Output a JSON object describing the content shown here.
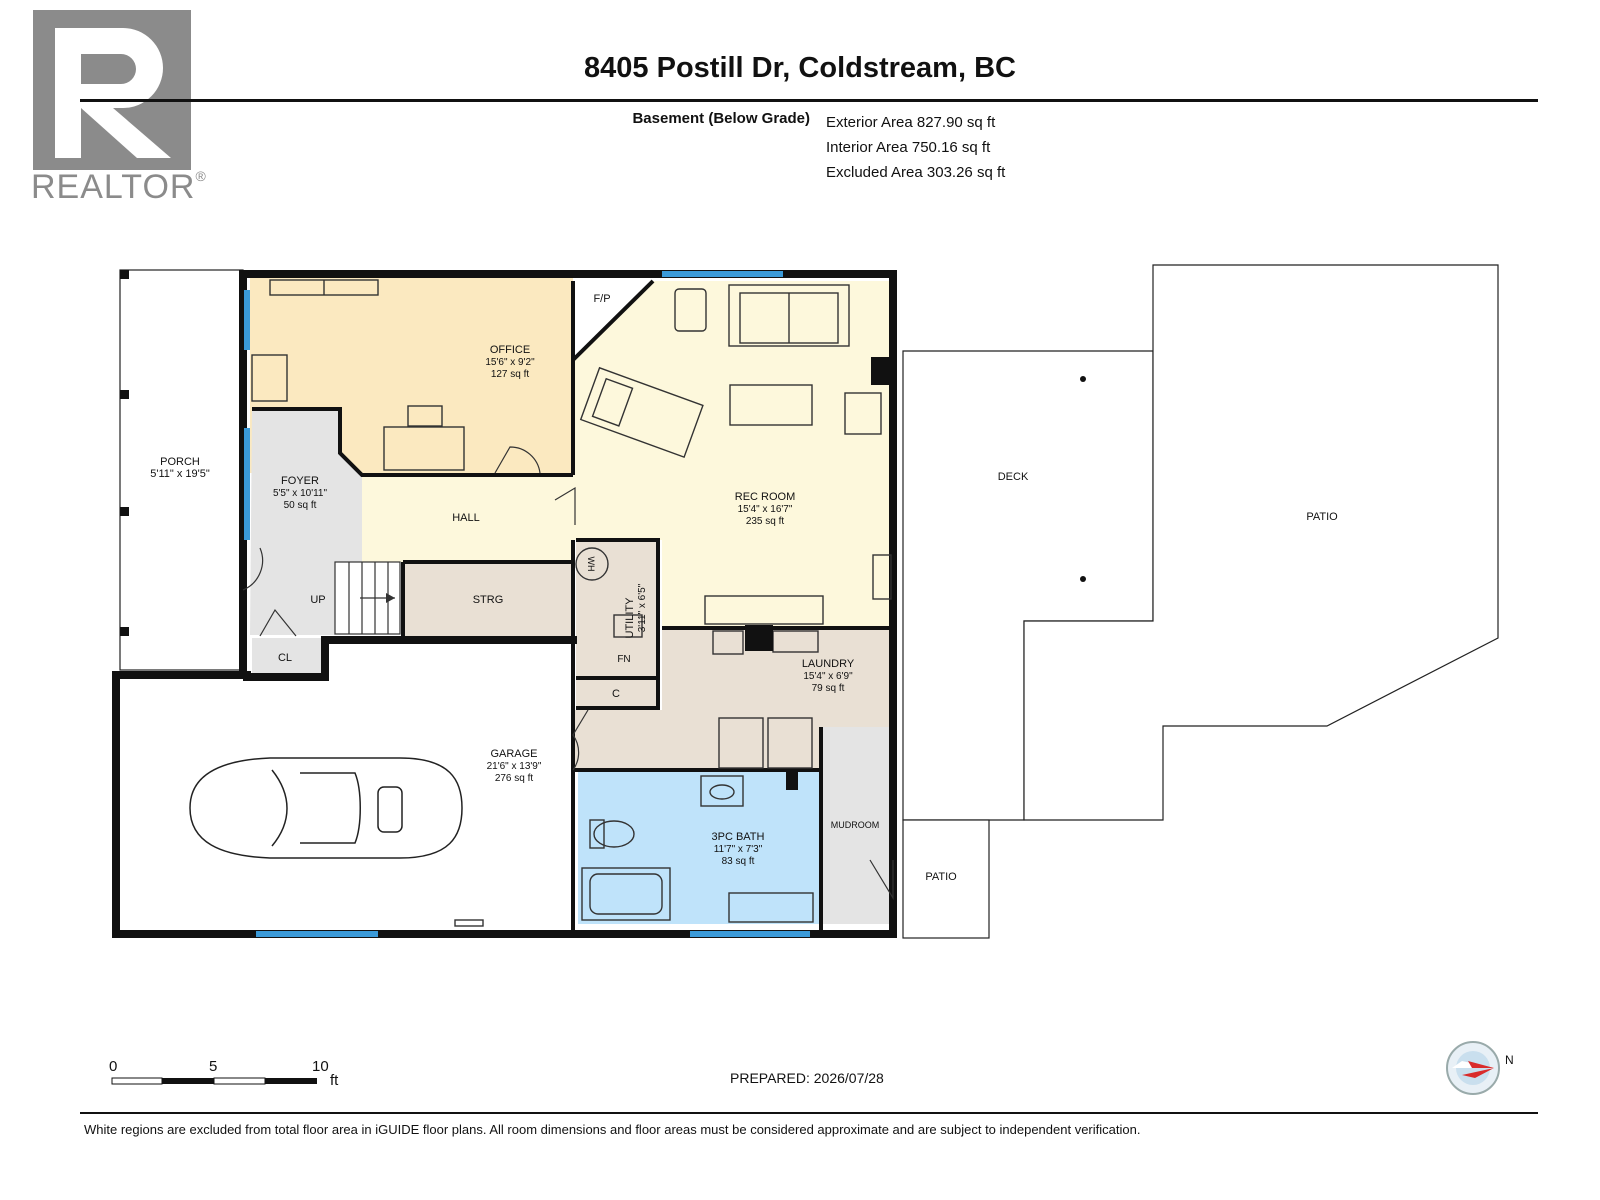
{
  "logo": {
    "wordmark": "REALTOR",
    "reg_mark": "®"
  },
  "header": {
    "address": "8405 Postill Dr, Coldstream, BC"
  },
  "level": {
    "name": "Basement (Below Grade)"
  },
  "areas": [
    "Exterior Area 827.90 sq ft",
    "Interior Area 750.16 sq ft",
    "Excluded Area 303.26 sq ft"
  ],
  "rooms": {
    "porch": {
      "name": "PORCH",
      "dims": "5'11\" x 19'5\""
    },
    "office": {
      "name": "OFFICE",
      "dims": "15'6\" x 9'2\"",
      "area": "127 sq ft"
    },
    "foyer": {
      "name": "FOYER",
      "dims": "5'5\" x 10'11\"",
      "area": "50 sq ft"
    },
    "hall": {
      "name": "HALL"
    },
    "fp": {
      "name": "F/P"
    },
    "rec": {
      "name": "REC ROOM",
      "dims": "15'4\" x 16'7\"",
      "area": "235 sq ft"
    },
    "up": {
      "name": "UP"
    },
    "strg": {
      "name": "STRG"
    },
    "cl": {
      "name": "CL"
    },
    "utility": {
      "name": "UTILITY",
      "dims": "3'11\" x 6'5\""
    },
    "wh": {
      "name": "WH"
    },
    "fn": {
      "name": "FN"
    },
    "c": {
      "name": "C"
    },
    "laundry": {
      "name": "LAUNDRY",
      "dims": "15'4\" x 6'9\"",
      "area": "79 sq ft"
    },
    "garage": {
      "name": "GARAGE",
      "dims": "21'6\" x 13'9\"",
      "area": "276 sq ft"
    },
    "bath": {
      "name": "3PC BATH",
      "dims": "11'7\" x 7'3\"",
      "area": "83 sq ft"
    },
    "mudroom": {
      "name": "MUDROOM"
    },
    "deck": {
      "name": "DECK"
    },
    "patio_large": {
      "name": "PATIO"
    },
    "patio_small": {
      "name": "PATIO"
    }
  },
  "scale": {
    "ticks": [
      "0",
      "5",
      "10"
    ],
    "unit": "ft"
  },
  "compass": {
    "label": "N"
  },
  "prepared": "PREPARED: 2026/07/28",
  "footnote": "White regions are excluded from total floor area in iGUIDE floor plans. All room dimensions and floor areas must be considered approximate and are subject to independent verification.",
  "colors": {
    "office": "#fbe9c0",
    "rec": "#fdf8dc",
    "hall": "#fdf8dc",
    "foyer": "#e4e4e4",
    "mudroom": "#e4e4e4",
    "strg": "#e9e0d4",
    "laundry": "#e9e0d4",
    "utility": "#e9e0d4",
    "bath": "#bfe3fa",
    "window": "#3a9ad9",
    "wall": "#111111",
    "logo": "#8b8b8b"
  }
}
